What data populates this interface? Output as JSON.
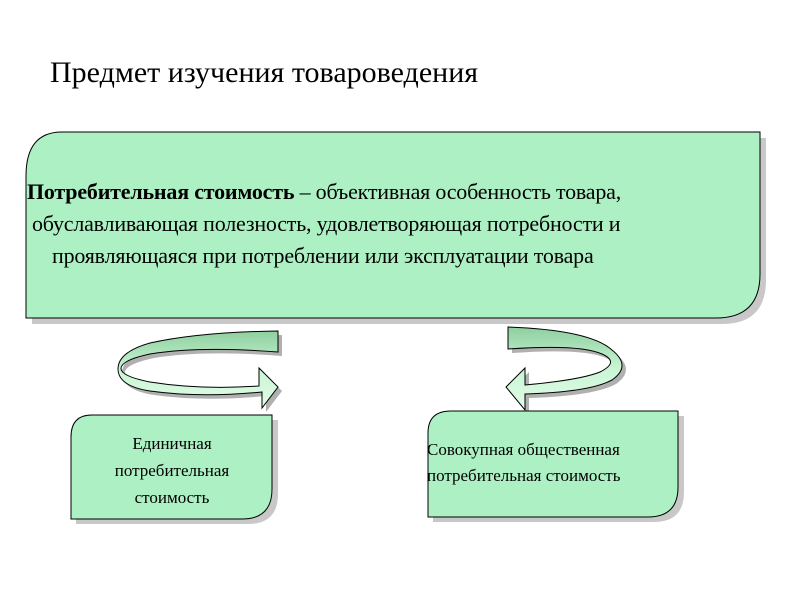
{
  "title": "Предмет изучения товароведения",
  "definition": {
    "term": "Потребительная стоимость",
    "line1_rest": " – объективная особенность товара,",
    "line2": "обуславливающая полезность, удовлетворяющая потребности и",
    "line3": "проявляющаяся при потреблении или эксплуатации товара"
  },
  "left_box": {
    "line1": "Единичная",
    "line2": "потребительная",
    "line3": "стоимость"
  },
  "right_box": {
    "line1": "Совокупная общественная",
    "line2": "потребительная стоимость"
  },
  "colors": {
    "box_fill": "#adf0c3",
    "arrow_fill_light": "#d6fadf",
    "arrow_fill_dark": "#8ecf9f",
    "shadow": "#c0c0c0",
    "outline": "#000000"
  }
}
